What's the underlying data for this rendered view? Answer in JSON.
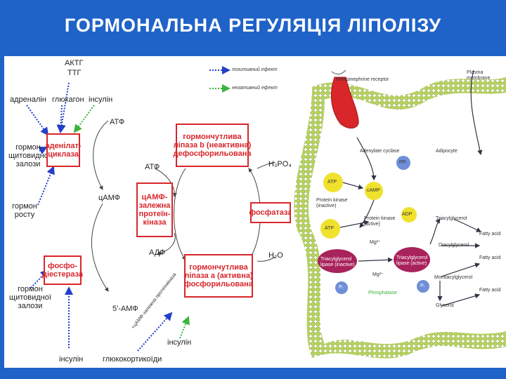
{
  "title": "ГОРМОНАЛЬНА РЕГУЛЯЦІЯ ЛІПОЛІЗУ",
  "legend": {
    "positive": "позитивний ефект",
    "negative": "негативний ефект"
  },
  "left": {
    "aktg": "АКТГ",
    "ttg": "ТТГ",
    "adrenalin": "адреналін",
    "glukagon": "глюкагон",
    "insulin_top": "інсулін",
    "atf_top": "АТФ",
    "hormone_thyroid_1": "гормон щитовидної залози",
    "adenylate_cyclase": "аденілат-циклаза",
    "atf_mid": "АТФ",
    "camf": "цАМФ",
    "hormone_growth": "гормон росту",
    "adf": "АДФ",
    "phosphodiesterase": "фосфо-діестераза",
    "hormone_thyroid_2": "гормон щитовидної залози",
    "amf5": "5'-АМФ",
    "insulin_bottom_left": "інсулін",
    "glucocorticoids": "глюкокортикоїди",
    "insulin_bottom_right": "інсулін",
    "camp_protein_kinase": "цАМФ-залежна протеїн-кіназа",
    "lipase_b": "гормончутлива ліпаза b (неактивна) дефосфорильована",
    "lipase_a": "гормончутлива ліпаза а (активна) фосфорильована",
    "phosphatase": "фосфатаза",
    "h3po4": "H₃PO₄",
    "h2o": "H₂O",
    "diagonal_text": "+цАМФ-залежна протеїнкіназа"
  },
  "right": {
    "receptor": "Norepinephrine receptor",
    "plasma_membrane": "Plasma membrane",
    "adenylate_cyclase": "Adenylate cyclase",
    "adipocyte": "Adipocyte",
    "atp": "ATP",
    "camp": "cAMP",
    "ppi": "PPᵢ",
    "protein_kinase_inactive": "Protein kinase (inactive)",
    "protein_kinase_active": "Protein kinase (active)",
    "adp": "ADP",
    "atp2": "ATP",
    "mg": "Mg²⁺",
    "tg_lipase_inactive": "Triacylglycerol lipase (inactive)",
    "tg_lipase_active": "Triacylglycerol lipase (active)",
    "mg2": "Mg²⁺",
    "pi1": "Pᵢ",
    "pi2": "Pᵢ",
    "phosphatase": "Phosphatase",
    "triacylglycerol": "Triacylglycerol",
    "diacylglycerol": "Diacylglycerol",
    "monoacylglycerol": "Monoacylglycerol",
    "glycerol": "Glycerol",
    "fatty_acid1": "Fatty acid",
    "fatty_acid2": "Fatty acid",
    "fatty_acid3": "Fatty acid"
  },
  "colors": {
    "background": "#1f63c9",
    "box_red": "#d8262b",
    "positive_arrow": "#2340c8",
    "negative_arrow": "#3cb43c",
    "membrane": "#b7d35a"
  }
}
